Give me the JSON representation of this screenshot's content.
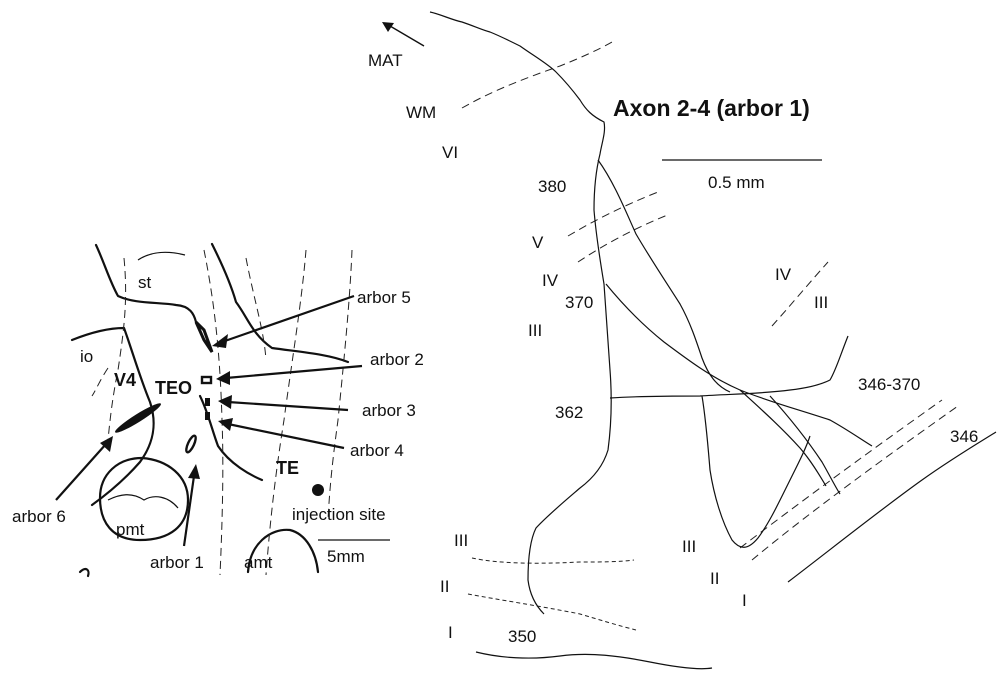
{
  "title": "Axon 2-4 (arbor 1)",
  "scale_right": "0.5 mm",
  "scale_left": "5mm",
  "orientation": "MAT",
  "layers_top": {
    "wm": "WM",
    "vi": "VI",
    "v": "V",
    "iv": "IV",
    "iii": "III"
  },
  "layers_right": {
    "iv": "IV",
    "iii": "III"
  },
  "layers_bottom_left": {
    "iii": "III",
    "ii": "II",
    "i": "I"
  },
  "layers_bottom_right": {
    "iii": "III",
    "ii": "II",
    "i": "I"
  },
  "sections": {
    "s380": "380",
    "s370": "370",
    "s362": "362",
    "s350": "350",
    "s346_370": "346-370",
    "s346": "346"
  },
  "regions": {
    "st": "st",
    "io": "io",
    "v4": "V4",
    "teo": "TEO",
    "te": "TE",
    "pmt": "pmt",
    "amt": "amt"
  },
  "arbors": {
    "a1": "arbor 1",
    "a2": "arbor 2",
    "a3": "arbor 3",
    "a4": "arbor 4",
    "a5": "arbor 5",
    "a6": "arbor 6"
  },
  "injection": "injection site"
}
